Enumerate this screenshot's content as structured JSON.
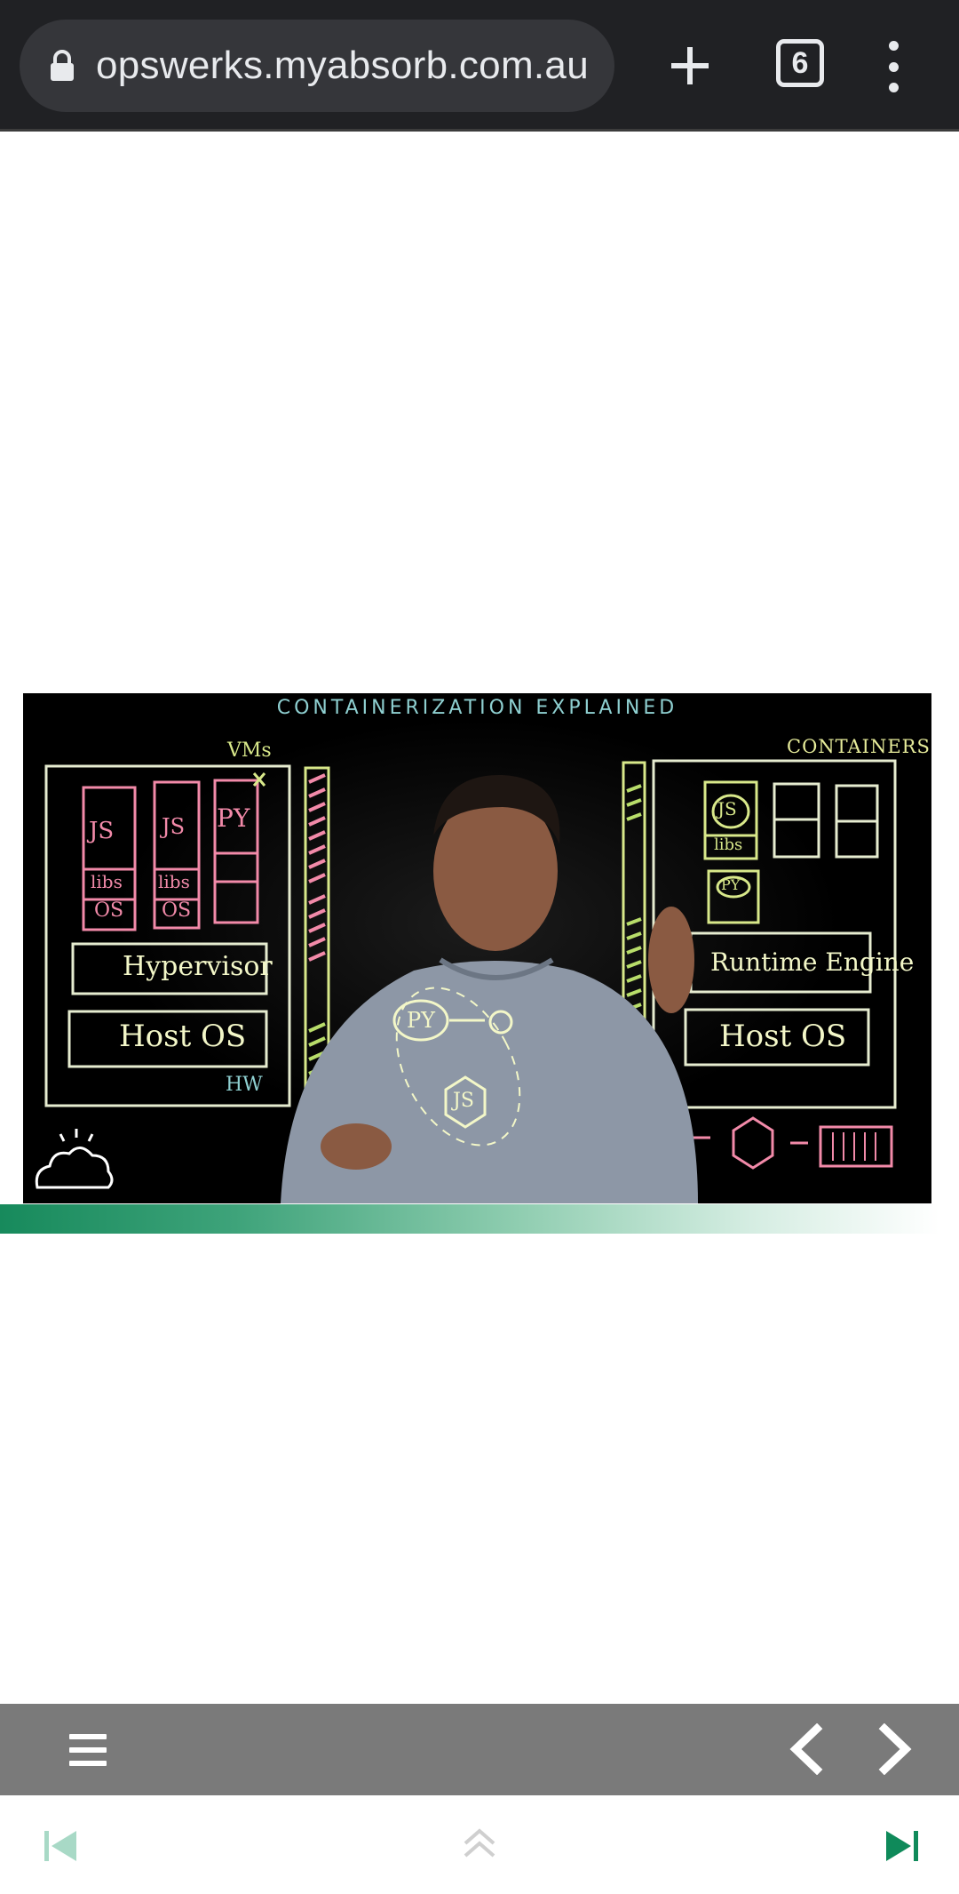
{
  "browser": {
    "url": "opswerks.myabsorb.com.au",
    "tab_count": "6",
    "icons": {
      "lock": "lock-icon",
      "new_tab": "plus-icon",
      "menu": "more-vert-icon"
    }
  },
  "video": {
    "title": "CONTAINERIZATION EXPLAINED",
    "vms_label": "VMs",
    "containers_label": "CONTAINERS",
    "left_panel": {
      "apps": [
        "JS",
        "JS",
        "PY"
      ],
      "libs": "libs",
      "os": "OS",
      "hypervisor": "Hypervisor",
      "host_os": "Host OS",
      "hw": "HW"
    },
    "right_panel": {
      "app": "JS",
      "libs": "libs",
      "py": "PY",
      "runtime": "Runtime Engine",
      "host_os": "Host OS"
    },
    "center_sketch": {
      "py": "PY",
      "js": "JS"
    },
    "logo": "ibm-cloud-icon",
    "colors": {
      "chalk_green": "#d8e88a",
      "chalk_pink": "#f28aa9",
      "chalk_white": "#e9edd6",
      "title_cyan": "#8ecfd0"
    }
  },
  "progress": {
    "fraction": 0.98,
    "colors": [
      "#178a5c",
      "#ffffff"
    ]
  },
  "nav": {
    "icons": {
      "menu": "hamburger-icon",
      "prev": "chevron-left-icon",
      "next": "chevron-right-icon"
    },
    "bar_color": "#7a7a7a"
  },
  "footer": {
    "icons": {
      "first": "skip-first-icon",
      "up": "double-chevron-up-icon",
      "last": "skip-last-icon"
    },
    "colors": {
      "disabled": "#a8d9c6",
      "up": "#cfcfcf",
      "active": "#0f8a5a"
    }
  }
}
